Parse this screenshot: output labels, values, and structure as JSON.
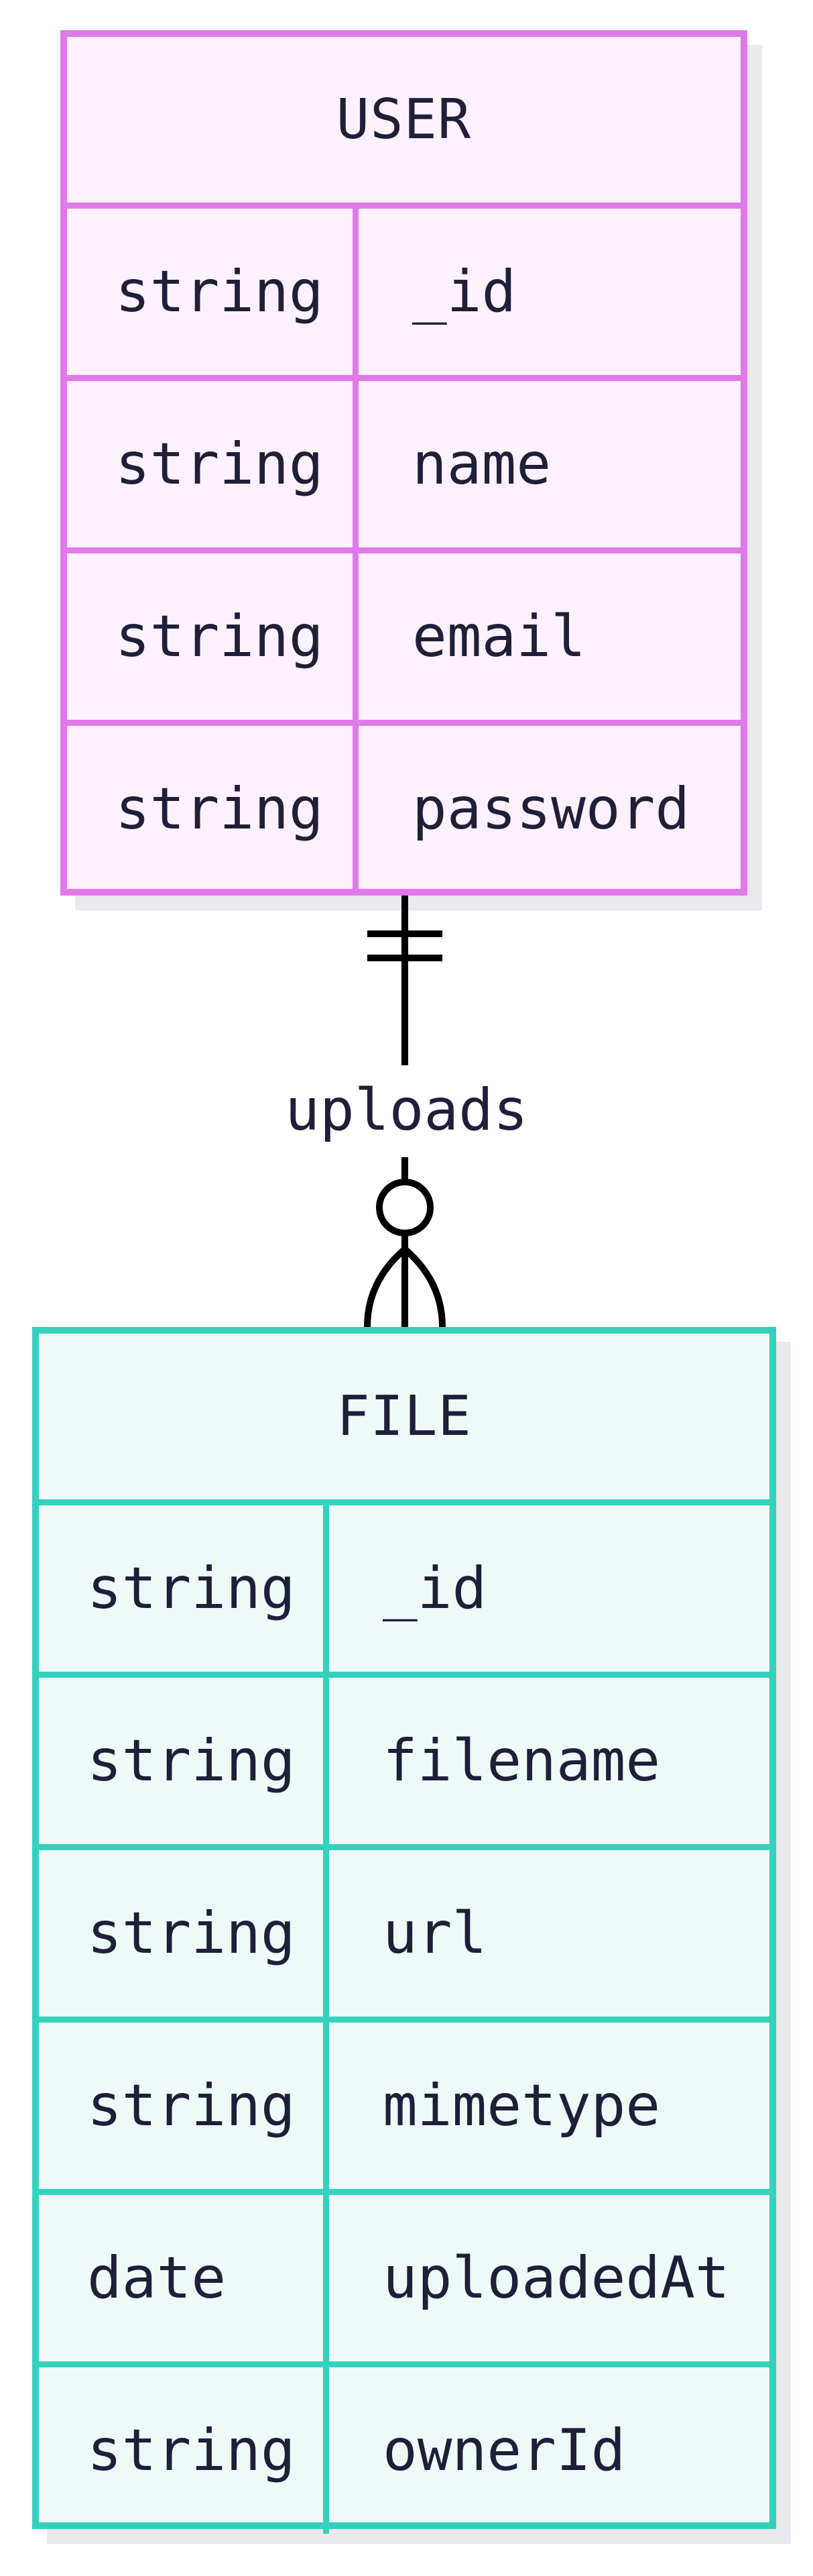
{
  "entities": {
    "user": {
      "name": "USER",
      "attributes": [
        {
          "type": "string",
          "name": "_id"
        },
        {
          "type": "string",
          "name": "name"
        },
        {
          "type": "string",
          "name": "email"
        },
        {
          "type": "string",
          "name": "password"
        }
      ]
    },
    "file": {
      "name": "FILE",
      "attributes": [
        {
          "type": "string",
          "name": "_id"
        },
        {
          "type": "string",
          "name": "filename"
        },
        {
          "type": "string",
          "name": "url"
        },
        {
          "type": "string",
          "name": "mimetype"
        },
        {
          "type": "date",
          "name": "uploadedAt"
        },
        {
          "type": "string",
          "name": "ownerId"
        }
      ]
    }
  },
  "relationship": {
    "label": "uploads",
    "from_cardinality": "exactly-one",
    "to_cardinality": "zero-or-many"
  },
  "colors": {
    "user_border": "#e07ae8",
    "user_fill": "#fdf1fd",
    "file_border": "#34d2be",
    "file_fill": "#eff9f8",
    "text": "#1f1f3a",
    "connector": "#000000"
  }
}
